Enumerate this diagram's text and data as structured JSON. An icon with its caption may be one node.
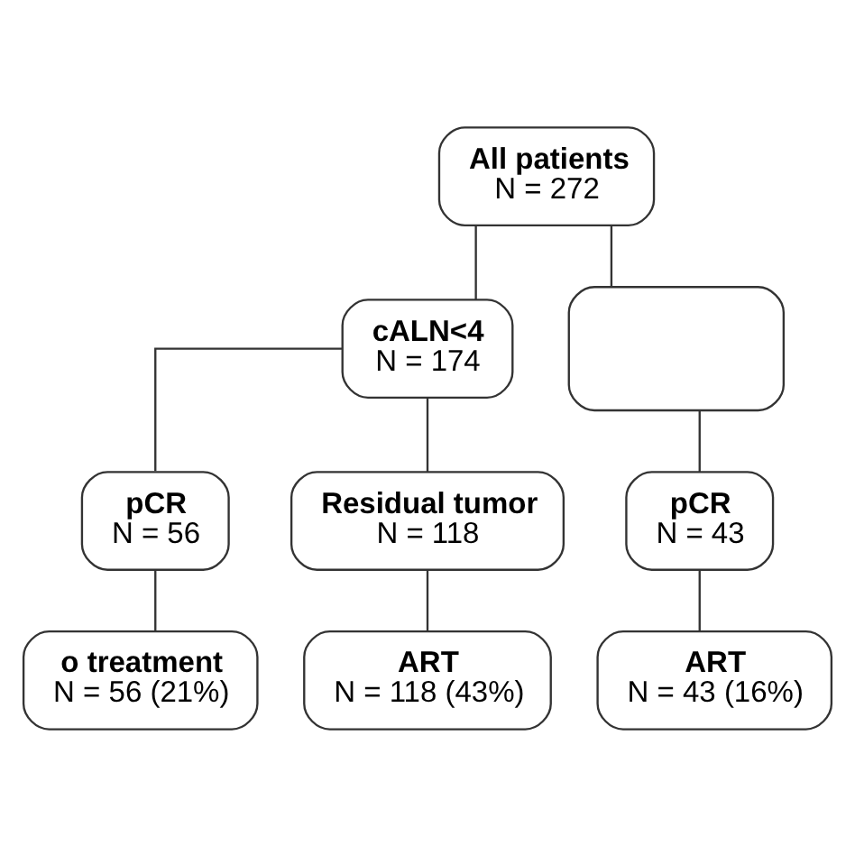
{
  "diagram": {
    "nodes": [
      {
        "text": [
          "All patients",
          "N = 272"
        ]
      },
      {
        "text": [
          "cALN<4",
          "N = 174"
        ]
      },
      {
        "text": [],
        "shape": "box"
      },
      {
        "text": [
          "pCR",
          "N = 56"
        ]
      },
      {
        "text": [
          "Residual tumor",
          "N = 118"
        ]
      },
      {
        "text": [
          "pCR",
          "N = 43"
        ]
      },
      {
        "text": [
          "o treatment",
          "N = 56 (21%)"
        ]
      },
      {
        "text": [
          "ART",
          "N = 118 (43%)"
        ]
      },
      {
        "text": [
          "ART",
          "N = 43 (16%)"
        ]
      }
    ],
    "edges": [
      {
        "from": 0,
        "to": 1,
        "arrow": "none"
      },
      {
        "from": 0,
        "to": 2,
        "arrow": "none"
      },
      {
        "from": 1,
        "to": 3,
        "arrow": "none"
      },
      {
        "from": 1,
        "to": 4,
        "arrow": "none"
      },
      {
        "from": 2,
        "to": 5,
        "arrow": "none"
      },
      {
        "from": 3,
        "to": 6,
        "arrow": "none"
      },
      {
        "from": 4,
        "to": 7,
        "arrow": "none"
      },
      {
        "from": 5,
        "to": 8,
        "arrow": "none"
      }
    ]
  }
}
